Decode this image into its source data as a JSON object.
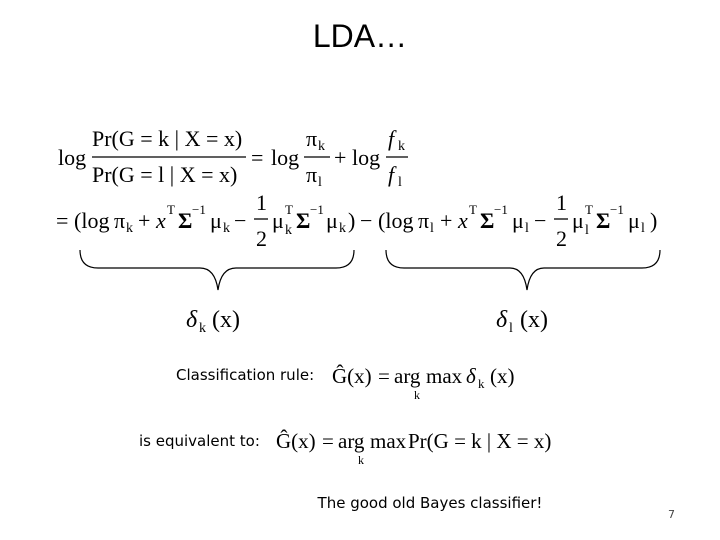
{
  "slide": {
    "title": "LDA…",
    "classification_label": "Classification rule:",
    "equivalent_label": "is equivalent to:",
    "footer": "The good old Bayes classifier!",
    "page_number": "7"
  },
  "math": {
    "log": "log",
    "pr_num": "Pr(G = k | X = x)",
    "pr_den": "Pr(G = l | X = x)",
    "eq": "=",
    "plus": "+",
    "minus": "−",
    "pi": "π",
    "f": "f",
    "sub_k": "k",
    "sub_l": "l",
    "open_log": "(log",
    "x": "x",
    "sup_T": "T",
    "Sigma": "Σ",
    "sup_neg1": "−1",
    "mu": "μ",
    "one": "1",
    "two": "2",
    "close_paren": ")",
    "delta": "δ",
    "paren_x": "(x)",
    "G_hat_x": "Ĝ(x)",
    "arg": "arg",
    "max": "max",
    "pr_rule": "Pr(G = k | X = x)"
  }
}
